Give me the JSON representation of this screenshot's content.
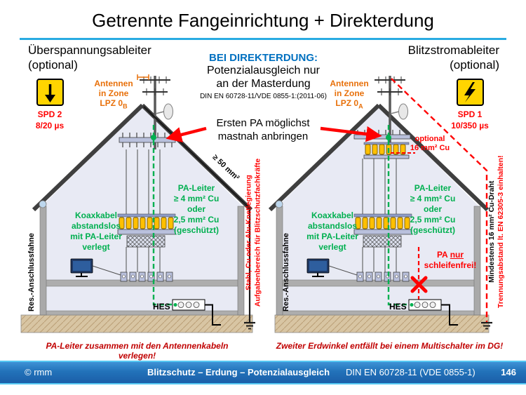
{
  "colors": {
    "accent_cyan": "#29ABE2",
    "heading_blue": "#0070C0",
    "green": "#00B050",
    "red": "#FF0000",
    "orange": "#E8700A",
    "spd_yellow": "#FFD500",
    "footer_blue": "#2272B9",
    "ground_tan": "#D8C5A3"
  },
  "icons": {
    "spd_left": "down-arrow-icon",
    "spd_right": "lightning-bolt-icon",
    "left_house": "house-cross-section",
    "right_house": "house-cross-section"
  },
  "title": "Getrennte Fangeinrichtung + Direkterdung",
  "left_column": {
    "device": "Überspannungsableiter",
    "optional": "(optional)",
    "spd_name": "SPD 2",
    "spd_wave": "8/20 µs"
  },
  "right_column": {
    "device": "Blitzstromableiter",
    "optional": "(optional)",
    "spd_name": "SPD 1",
    "spd_wave": "10/350 µs"
  },
  "center": {
    "heading": "BEI DIREKTERDUNG:",
    "line1": "Potenzialausgleich nur",
    "line2": "an der Masterdung",
    "norm": "DIN EN 60728-11/VDE 0855-1:(2011-06)",
    "arrow_line1": "Ersten PA möglichst",
    "arrow_line2": "mastnah anbringen"
  },
  "house_left": {
    "antenna_zone": {
      "line1": "Antennen",
      "line2": "in Zone",
      "line3": "LPZ 0",
      "sub": "B"
    },
    "koax": {
      "line1": "Koaxkabel",
      "line2": "abstandslos",
      "line3": "mit PA-Leiter",
      "line4": "verlegt"
    },
    "pa": {
      "line1": "PA-Leiter",
      "line2": "≥ 4 mm² Cu",
      "line3": "oder",
      "line4": "2,5 mm² Cu",
      "line5": "(geschützt)"
    },
    "roof_label": "≥ 50 mm²",
    "left_vertical": "Res.-Anschlussfahne",
    "right_vertical_line1": "Stahl, Cu oder Alu-Knetlegierung",
    "right_vertical_line2": "Aufgabenbereich für Blitzschutzfachkräfte",
    "hes": "HES",
    "note": "PA-Leiter zusammen mit den Antennenkabeln verlegen!"
  },
  "house_right": {
    "antenna_zone": {
      "line1": "Antennen",
      "line2": "in Zone",
      "line3": "LPZ 0",
      "sub": "A"
    },
    "optional_label": {
      "line1": "optional",
      "line2": "16 mm² Cu"
    },
    "koax": {
      "line1": "Koaxkabel",
      "line2": "abstandslos",
      "line3": "mit PA-Leiter",
      "line4": "verlegt"
    },
    "pa": {
      "line1": "PA-Leiter",
      "line2": "≥ 4 mm² Cu",
      "line3": "oder",
      "line4": "2,5 mm² Cu",
      "line5": "(geschützt)"
    },
    "pa_loop": {
      "prefix": "PA",
      "underlined": "nur",
      "line2": "schleifenfrei!"
    },
    "left_vertical": "Res.-Anschlussfahne",
    "right_vertical_black": "Mindestens 16 mm² Cu-Draht",
    "right_vertical_red": "Trennungsabstand lt. EN 62305-3 einhalten!",
    "hes": "HES",
    "note": "Zweiter Erdwinkel entfällt bei einem Multischalter im DG!"
  },
  "footer": {
    "copyright": "© rmm",
    "center": "Blitzschutz – Erdung – Potenzialausgleich",
    "norm": "DIN EN 60728-11 (VDE 0855-1)",
    "page": "146"
  }
}
